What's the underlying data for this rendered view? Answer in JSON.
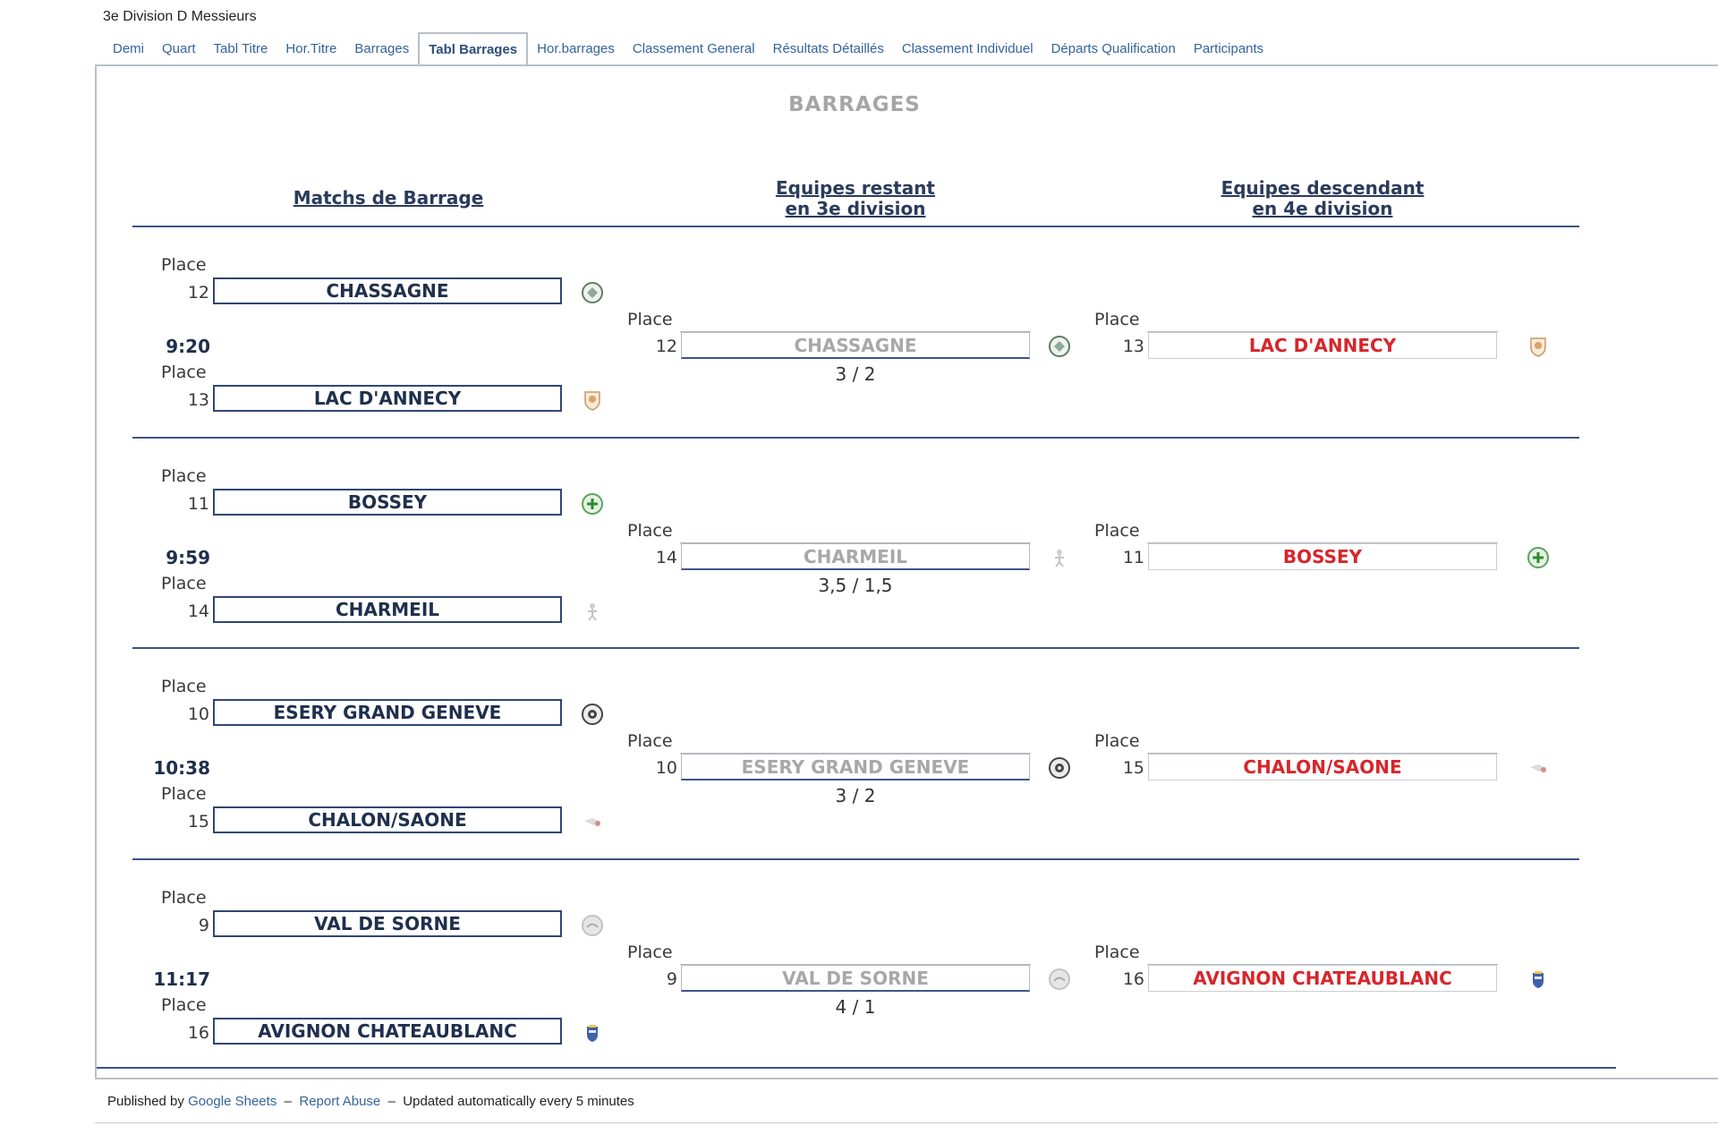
{
  "document": {
    "title": "3e Division D Messieurs"
  },
  "tabs": [
    {
      "label": "Demi"
    },
    {
      "label": "Quart"
    },
    {
      "label": "Tabl Titre"
    },
    {
      "label": "Hor.Titre"
    },
    {
      "label": "Barrages"
    },
    {
      "label": "Tabl Barrages",
      "active": true
    },
    {
      "label": "Hor.barrages"
    },
    {
      "label": "Classement General"
    },
    {
      "label": "Résultats Détaillés"
    },
    {
      "label": "Classement Individuel"
    },
    {
      "label": "Départs Qualification"
    },
    {
      "label": "Participants"
    }
  ],
  "sheet": {
    "title": "BARRAGES",
    "headers": {
      "matches": "Matchs de Barrage",
      "stay_line1": "Equipes restant",
      "stay_line2": "en 3e division",
      "down_line1": "Equipes descendant",
      "down_line2": "en 4e division"
    },
    "place_label": "Place",
    "matches": [
      {
        "time": "9:20",
        "team_a": {
          "place": "12",
          "name": "CHASSAGNE",
          "logo": "chassagne-logo"
        },
        "team_b": {
          "place": "13",
          "name": "LAC D'ANNECY",
          "logo": "annecy-logo"
        },
        "stay": {
          "place": "12",
          "name": "CHASSAGNE",
          "score": "3 / 2",
          "logo": "chassagne-logo"
        },
        "down": {
          "place": "13",
          "name": "LAC D'ANNECY",
          "logo": "annecy-logo"
        }
      },
      {
        "time": "9:59",
        "team_a": {
          "place": "11",
          "name": "BOSSEY",
          "logo": "bossey-logo"
        },
        "team_b": {
          "place": "14",
          "name": "CHARMEIL",
          "logo": "charmeil-logo"
        },
        "stay": {
          "place": "14",
          "name": "CHARMEIL",
          "score": "3,5 / 1,5",
          "logo": "charmeil-logo"
        },
        "down": {
          "place": "11",
          "name": "BOSSEY",
          "logo": "bossey-logo"
        }
      },
      {
        "time": "10:38",
        "team_a": {
          "place": "10",
          "name": "ESERY GRAND GENEVE",
          "logo": "esery-logo"
        },
        "team_b": {
          "place": "15",
          "name": "CHALON/SAONE",
          "logo": "chalon-logo"
        },
        "stay": {
          "place": "10",
          "name": "ESERY GRAND GENEVE",
          "score": "3 / 2",
          "logo": "esery-logo"
        },
        "down": {
          "place": "15",
          "name": "CHALON/SAONE",
          "logo": "chalon-logo"
        }
      },
      {
        "time": "11:17",
        "team_a": {
          "place": "9",
          "name": "VAL DE SORNE",
          "logo": "val-de-sorne-logo"
        },
        "team_b": {
          "place": "16",
          "name": "AVIGNON CHATEAUBLANC",
          "logo": "avignon-logo"
        },
        "stay": {
          "place": "9",
          "name": "VAL DE SORNE",
          "score": "4 / 1",
          "logo": "val-de-sorne-logo"
        },
        "down": {
          "place": "16",
          "name": "AVIGNON CHATEAUBLANC",
          "logo": "avignon-logo"
        }
      }
    ]
  },
  "footer": {
    "published_by": "Published by",
    "google_sheets": "Google Sheets",
    "sep1": "–",
    "report_abuse": "Report Abuse",
    "sep2": "–",
    "updated": "Updated automatically every 5 minutes"
  },
  "colors": {
    "navy": "#1f2f4d",
    "relegated_red": "#d7262b",
    "stay_grey": "#a8a8a8",
    "tab_link": "#35639c"
  }
}
